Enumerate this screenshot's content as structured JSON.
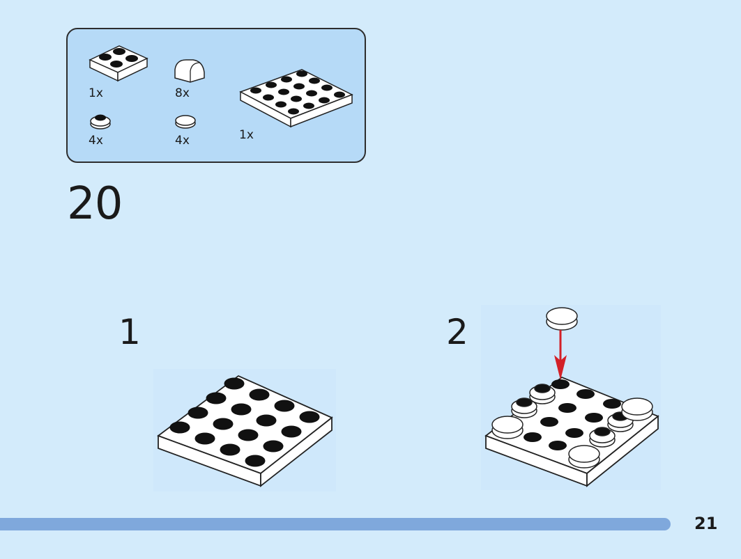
{
  "parts_list": {
    "items": [
      {
        "icon": "plate-2x2-icon",
        "qty": "1x"
      },
      {
        "icon": "slope-brick-icon",
        "qty": "8x"
      },
      {
        "icon": "round-plate-1x1-icon",
        "qty": "4x"
      },
      {
        "icon": "round-tile-1x1-icon",
        "qty": "4x"
      },
      {
        "icon": "plate-4x4-icon",
        "qty": "1x"
      }
    ]
  },
  "step": {
    "number": "20"
  },
  "sub_steps": [
    {
      "number": "1"
    },
    {
      "number": "2"
    }
  ],
  "colors": {
    "background": "#d3ebfb",
    "parts_box": "#b6daf7",
    "arrow": "#d32027",
    "progress_bar": "#7fa8dc"
  },
  "footer": {
    "page_number": "21"
  }
}
